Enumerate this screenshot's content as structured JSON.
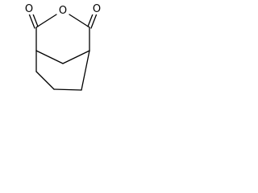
{
  "molecule": {
    "atoms": [
      {
        "id": "o1",
        "element": "O",
        "label": "O"
      },
      {
        "id": "o2",
        "element": "O",
        "label": "O"
      },
      {
        "id": "o3",
        "element": "O",
        "label": "O"
      }
    ],
    "bonds": [
      {
        "id": "b1",
        "order": 2,
        "from": "c2",
        "to": "o1"
      },
      {
        "id": "b2",
        "order": 1,
        "from": "c2",
        "to": "o2"
      },
      {
        "id": "b3",
        "order": 1,
        "from": "o2",
        "to": "c4"
      },
      {
        "id": "b4",
        "order": 2,
        "from": "c4",
        "to": "o3"
      },
      {
        "id": "b5",
        "order": 1,
        "from": "c2",
        "to": "c1"
      },
      {
        "id": "b6",
        "order": 1,
        "from": "c4",
        "to": "c5"
      },
      {
        "id": "b7",
        "order": 1,
        "from": "c1",
        "to": "c3"
      },
      {
        "id": "b8",
        "order": 1,
        "from": "c3",
        "to": "c5"
      },
      {
        "id": "b9",
        "order": 1,
        "from": "c1",
        "to": "c6"
      },
      {
        "id": "b10",
        "order": 1,
        "from": "c6",
        "to": "c7"
      },
      {
        "id": "b11",
        "order": 1,
        "from": "c7",
        "to": "c8"
      },
      {
        "id": "b12",
        "order": 1,
        "from": "c8",
        "to": "c5"
      }
    ]
  },
  "colors": {
    "bond": "#000000",
    "text": "#000000",
    "background": "#ffffff"
  }
}
